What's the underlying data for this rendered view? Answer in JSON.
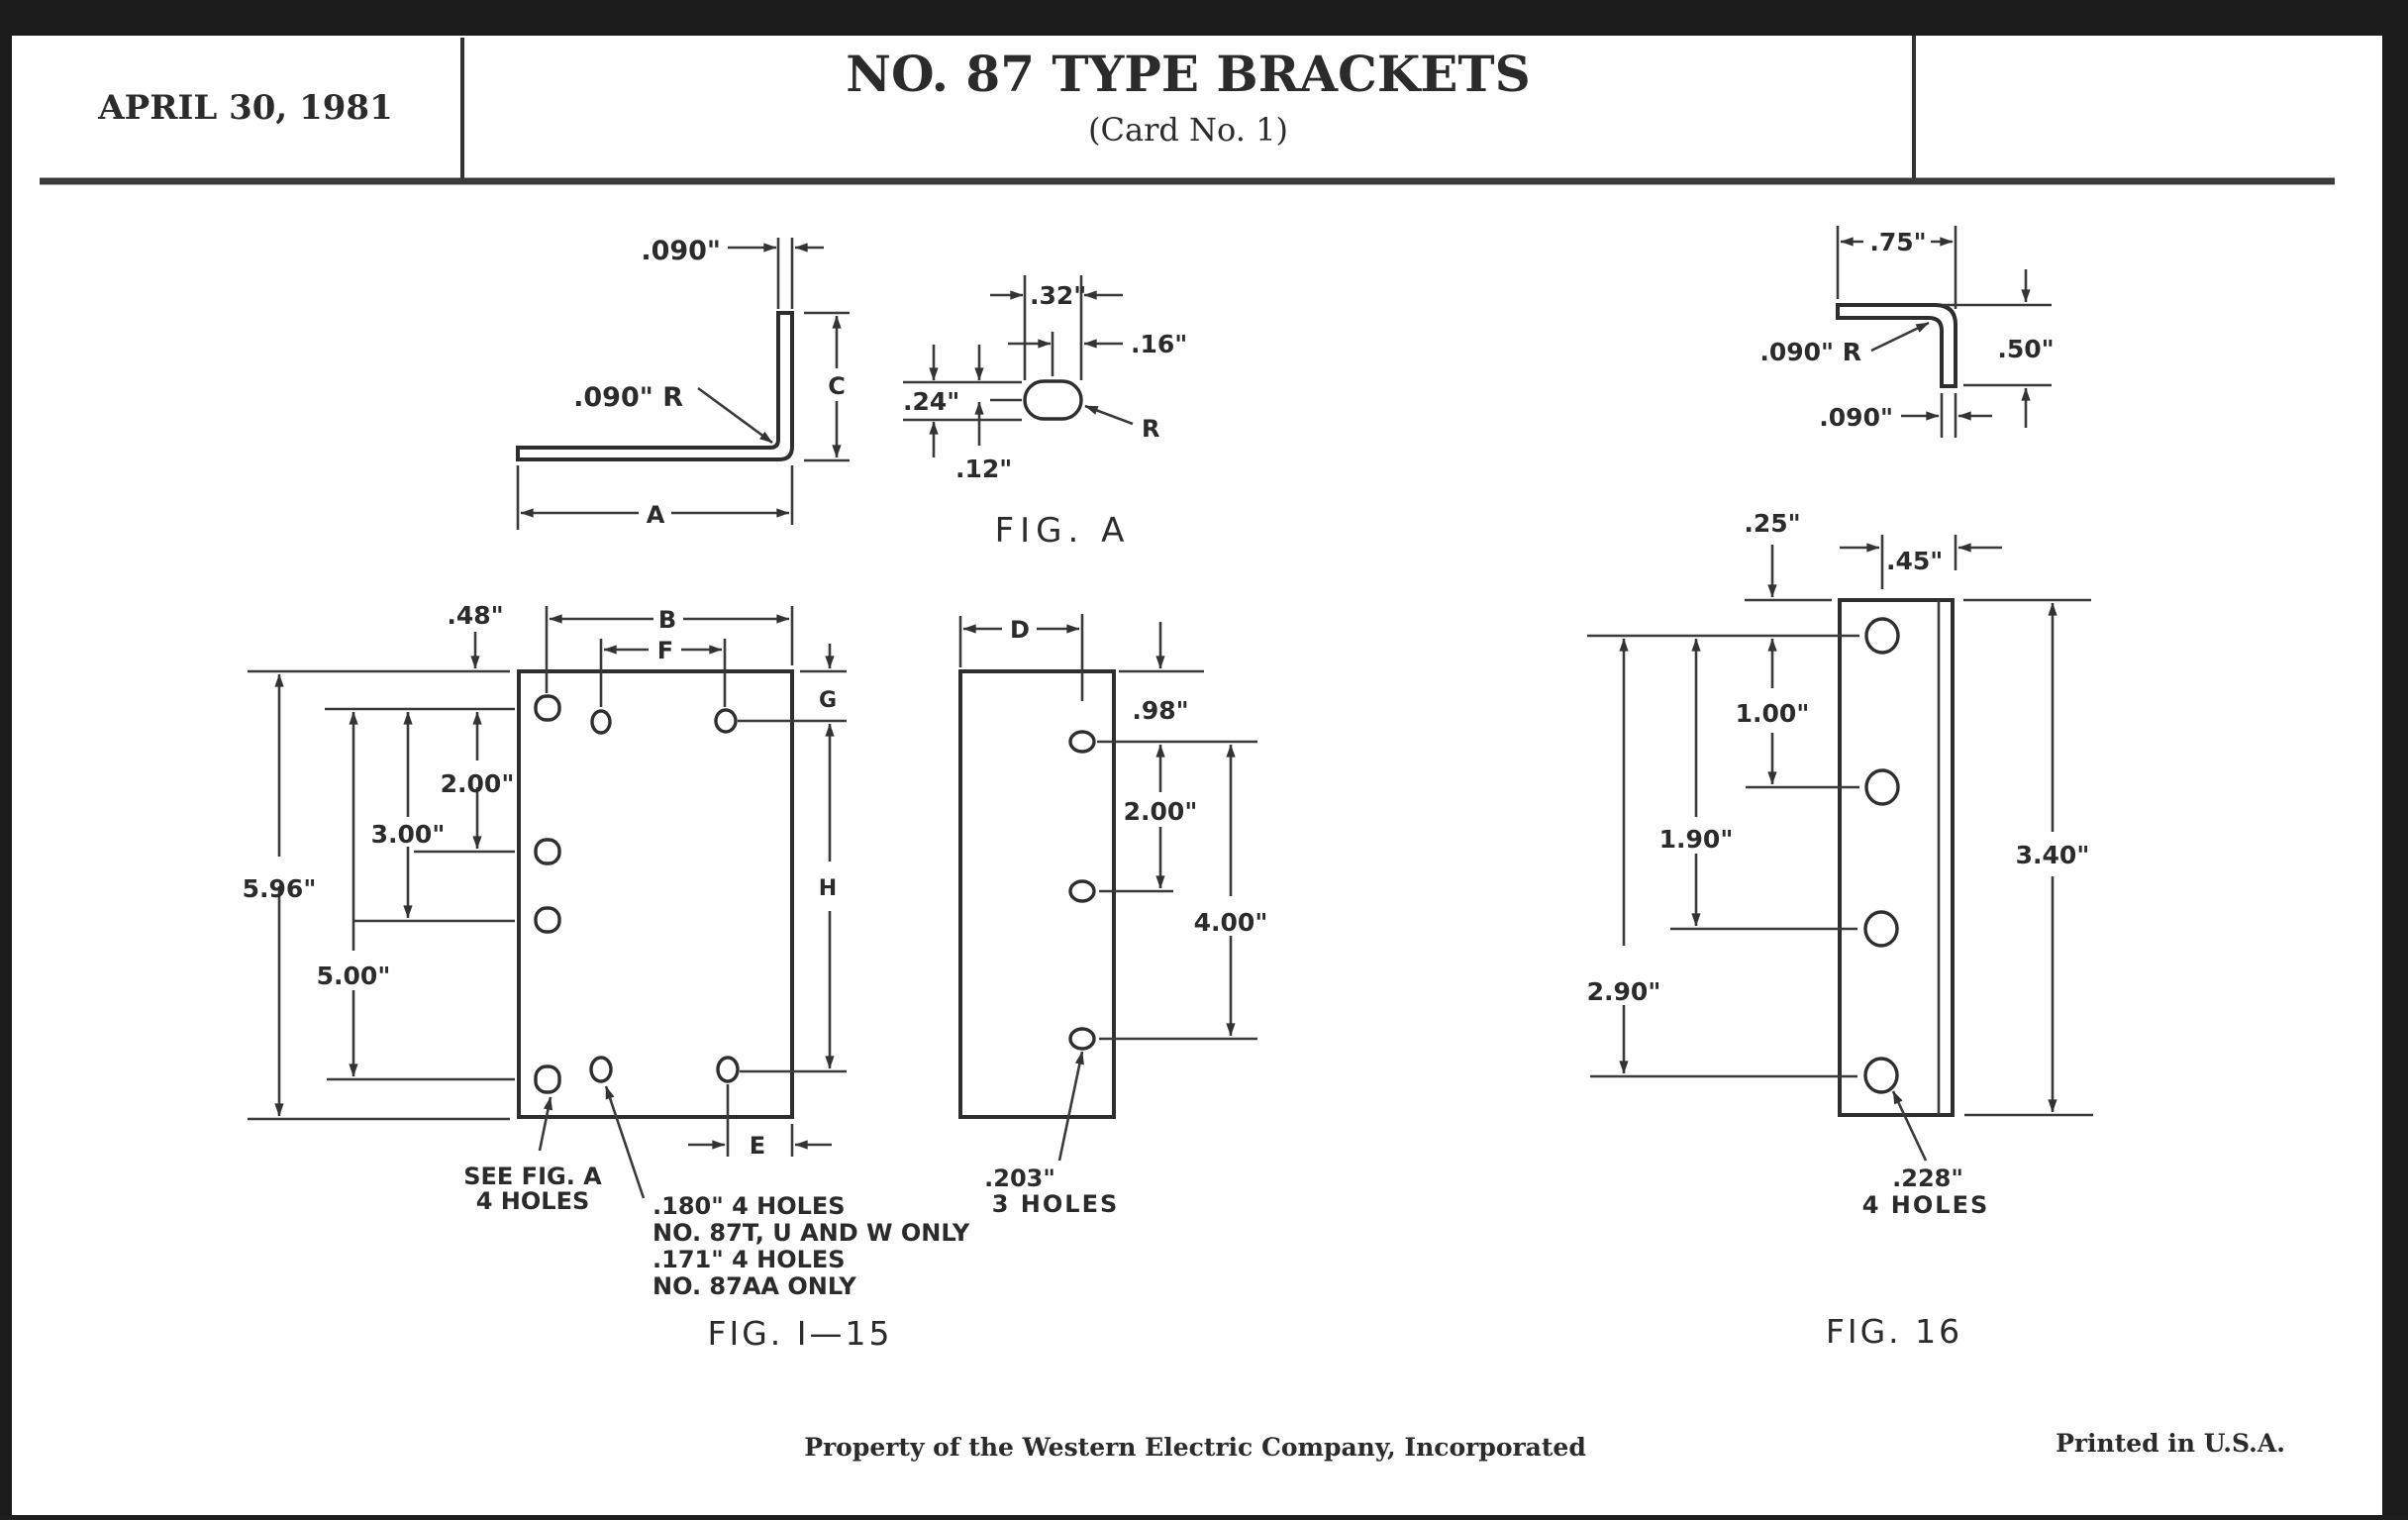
{
  "header": {
    "date": "APRIL 30, 1981",
    "title": "NO. 87 TYPE BRACKETS",
    "subtitle": "(Card No. 1)"
  },
  "fig_a": {
    "caption": "FIG. A",
    "profile": {
      "thickness": ".090\"",
      "bend_radius": ".090\" R",
      "dim_a": "A",
      "dim_c": "C"
    },
    "slot": {
      "width": ".32\"",
      "half_width": ".16\"",
      "height": ".24\"",
      "half_height": ".12\"",
      "radius": "R"
    }
  },
  "fig_1_15": {
    "caption": "FIG. I—15",
    "dims": {
      "top_offset": ".48\"",
      "b": "B",
      "f": "F",
      "g": "G",
      "h": "H",
      "e": "E",
      "overall": "5.96\"",
      "slot_2": "2.00\"",
      "slot_3": "3.00\"",
      "slot_5": "5.00\""
    },
    "note_slots": [
      "SEE FIG. A",
      "4 HOLES"
    ],
    "note_holes": [
      ".180\" 4 HOLES",
      "NO. 87T, U AND W ONLY",
      ".171\" 4 HOLES",
      "NO. 87AA ONLY"
    ],
    "side_view": {
      "d": "D",
      "top_offset": ".98\"",
      "spacing": "2.00\"",
      "span": "4.00\"",
      "note": [
        ".203\"",
        "3 HOLES"
      ]
    }
  },
  "fig_16": {
    "caption": "FIG. 16",
    "profile": {
      "width": ".75\"",
      "height": ".50\"",
      "bend_radius": ".090\" R",
      "thickness": ".090\""
    },
    "face": {
      "top_offset": ".25\"",
      "hole_inset": ".45\"",
      "spacing_1": "1.00\"",
      "spacing_2": "1.90\"",
      "spacing_3": "2.90\"",
      "overall": "3.40\"",
      "note": [
        ".228\"",
        "4 HOLES"
      ]
    }
  },
  "footer": {
    "property": "Property of the Western Electric Company, Incorporated",
    "printed": "Printed in U.S.A."
  }
}
